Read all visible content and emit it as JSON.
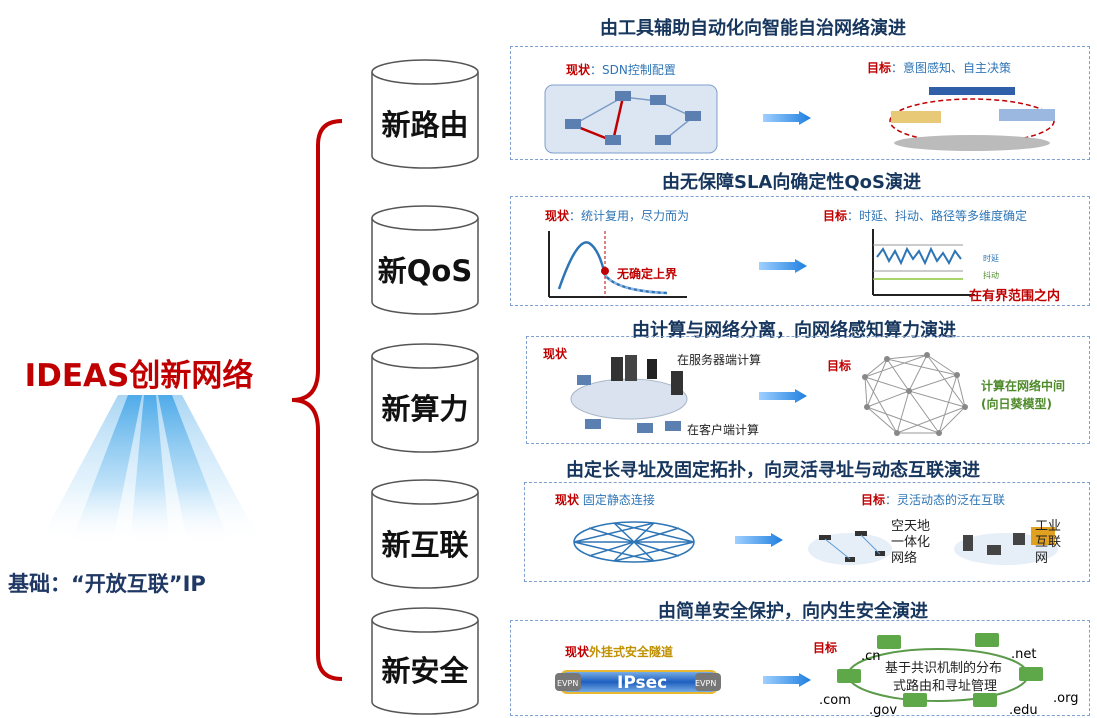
{
  "left": {
    "title": "IDEAS创新网络",
    "foundation": "基础：“开放互联”IP"
  },
  "rows": [
    {
      "pillar": "新路由",
      "title": "由工具辅助自动化向智能自治网络演进",
      "current_label": "现状",
      "current_text": "：SDN控制配置",
      "target_label": "目标",
      "target_text": "：意图感知、自主决策"
    },
    {
      "pillar": "新QoS",
      "title": "由无保障SLA向确定性QoS演进",
      "current_label": "现状",
      "current_text": "：统计复用，尽力而为",
      "target_label": "目标",
      "target_text": "：时延、抖动、路径等多维度确定",
      "curve_note": "无确定上界",
      "legend_delay": "时延",
      "legend_jitter": "抖动",
      "bound_note": "在有界范围之内"
    },
    {
      "pillar": "新算力",
      "title": "由计算与网络分离，向网络感知算力演进",
      "current_label": "现状",
      "server_text": "在服务器端计算",
      "client_text": "在客户端计算",
      "target_label": "目标",
      "target_note_1": "计算在网络中间",
      "target_note_2": "(向日葵模型)"
    },
    {
      "pillar": "新互联",
      "title": "由定长寻址及固定拓扑，向灵活寻址与动态互联演进",
      "current_label": "现状",
      "current_text": "固定静态连接",
      "target_label": "目标",
      "target_text": "：灵活动态的泛在互联",
      "space_lines": [
        "空天地",
        "一体化",
        "网络"
      ],
      "industry_lines": [
        "工业",
        "互联",
        "网"
      ]
    },
    {
      "pillar": "新安全",
      "title": "由简单安全保护，向内生安全演进",
      "current_label": "现状",
      "current_text": "外挂式安全隧道",
      "tunnel_label": "IPsec",
      "evpn_left": "EVPN",
      "evpn_right": "EVPN",
      "target_label": "目标",
      "target_note_1": "基于共识机制的分布",
      "target_note_2": "式路由和寻址管理",
      "domains": [
        ".cn",
        ".net",
        ".com",
        ".org",
        ".gov",
        ".edu"
      ]
    }
  ],
  "colors": {
    "brace": "#c00000",
    "title": "#17365d",
    "arrow": "#1e90ff",
    "accent_red": "#c00000"
  }
}
